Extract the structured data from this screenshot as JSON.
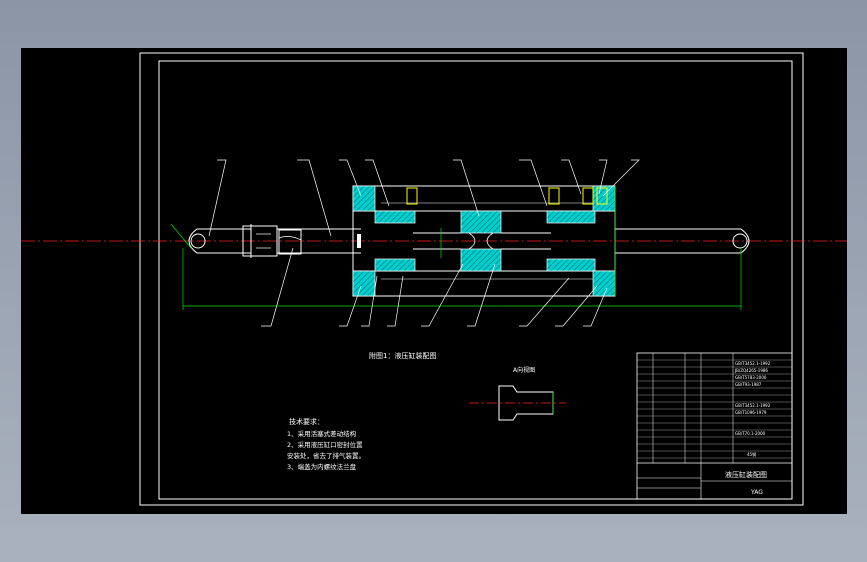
{
  "drawing": {
    "main_caption": "附图1：液压缸装配图",
    "detail_caption": "A向视图",
    "tech_requirements": {
      "heading": "技术要求：",
      "items": [
        "1、采用活塞式差动结构",
        "2、采用液压缸口密封位置",
        "安装处，省去了排气装置。",
        "3、端盖为内螺纹法兰盘"
      ]
    },
    "title_block": {
      "drawing_name": "液压缸装配图",
      "school": "YAG",
      "bom_codes": [
        "GB/T3452.1-1992",
        "JB/ZQ4265-1986",
        "GB/T5783-2000",
        "GB/T93-1987",
        "GB/T3452.1-1992",
        "GB/T1096-1979",
        "GB/T70.1-2000"
      ],
      "material": "45钢"
    },
    "colors": {
      "background": "#000000",
      "outline": "#ffffff",
      "centerline": "#ff2020",
      "part_fill": "#00d7d7",
      "dimension": "#00e000",
      "bolt": "#ffff00"
    }
  }
}
